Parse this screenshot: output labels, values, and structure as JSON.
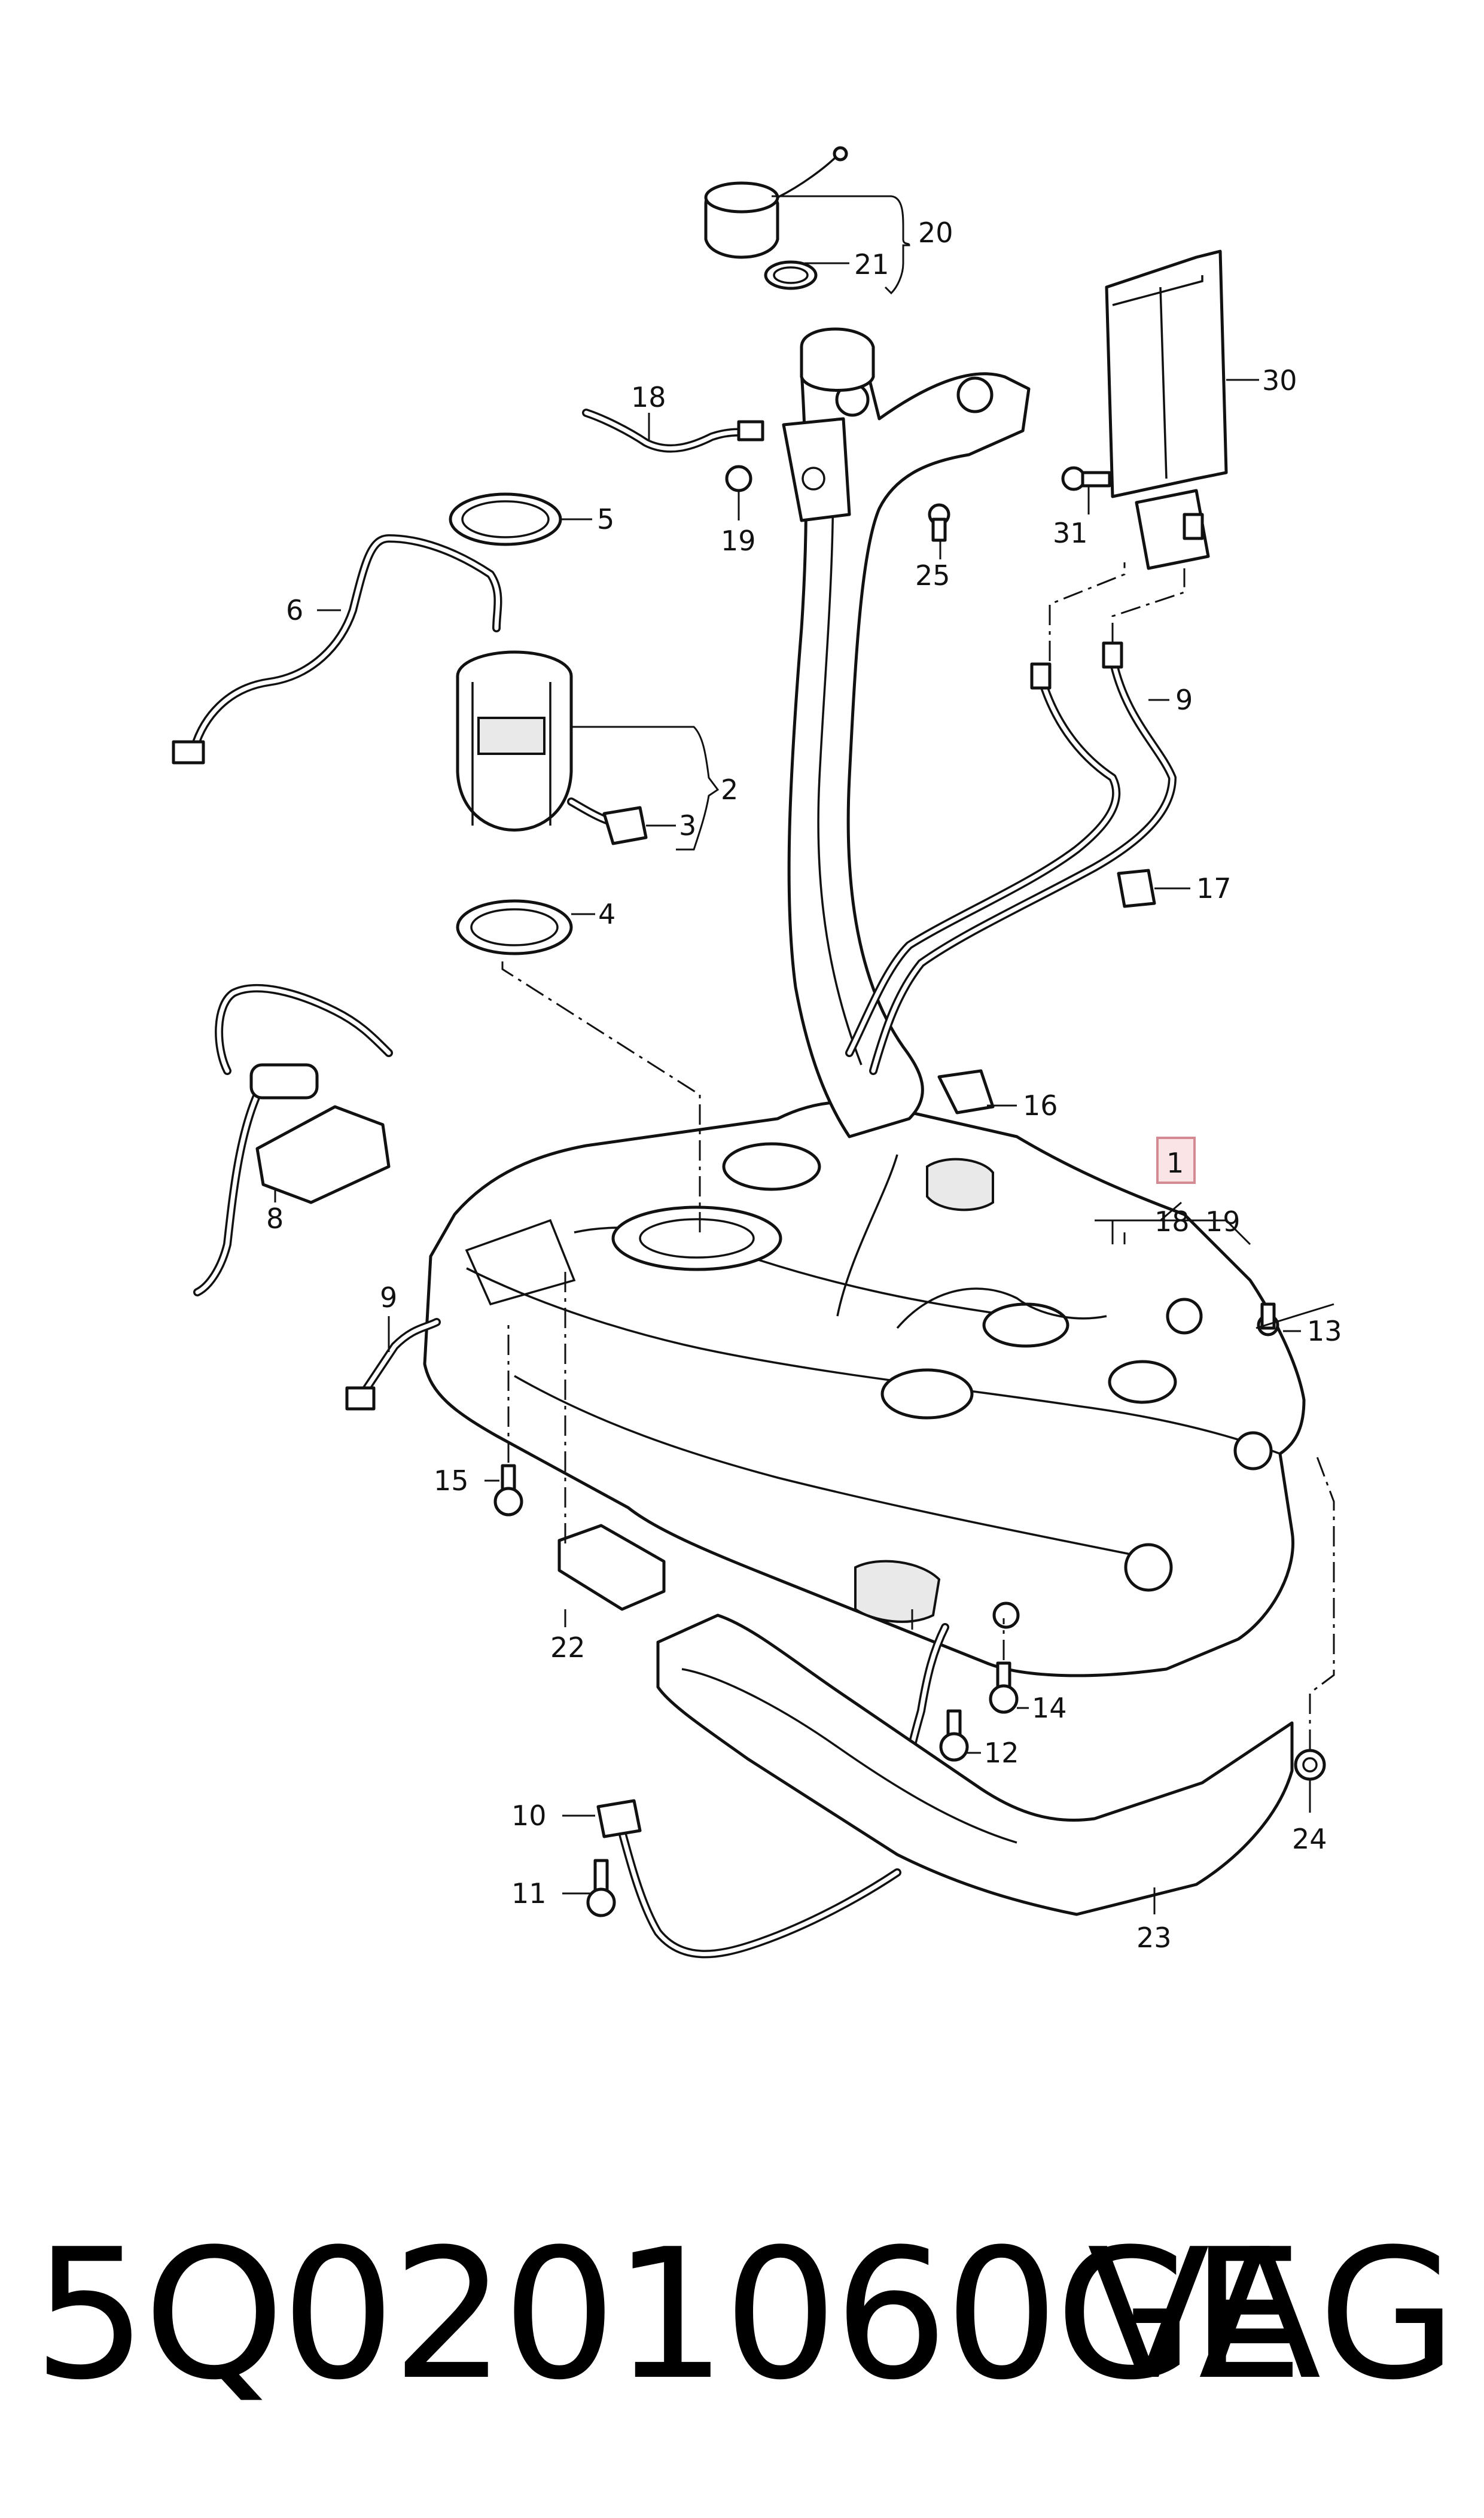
{
  "callouts": [
    {
      "id": "c20",
      "label": "20"
    },
    {
      "id": "c21",
      "label": "21"
    },
    {
      "id": "c18a",
      "label": "18"
    },
    {
      "id": "c30",
      "label": "30"
    },
    {
      "id": "c5",
      "label": "5"
    },
    {
      "id": "c19a",
      "label": "19"
    },
    {
      "id": "c31",
      "label": "31"
    },
    {
      "id": "c25",
      "label": "25"
    },
    {
      "id": "c6",
      "label": "6"
    },
    {
      "id": "c9a",
      "label": "9"
    },
    {
      "id": "c2",
      "label": "2"
    },
    {
      "id": "c3",
      "label": "3"
    },
    {
      "id": "c17",
      "label": "17"
    },
    {
      "id": "c4",
      "label": "4"
    },
    {
      "id": "c16",
      "label": "16"
    },
    {
      "id": "c8",
      "label": "8"
    },
    {
      "id": "c1",
      "label": "1"
    },
    {
      "id": "c18b",
      "label": "18"
    },
    {
      "id": "c19b",
      "label": "19"
    },
    {
      "id": "c9b",
      "label": "9"
    },
    {
      "id": "c13",
      "label": "13"
    },
    {
      "id": "c15",
      "label": "15"
    },
    {
      "id": "c22",
      "label": "22"
    },
    {
      "id": "c14",
      "label": "14"
    },
    {
      "id": "c12",
      "label": "12"
    },
    {
      "id": "c10",
      "label": "10"
    },
    {
      "id": "c24",
      "label": "24"
    },
    {
      "id": "c11",
      "label": "11"
    },
    {
      "id": "c23",
      "label": "23"
    }
  ],
  "highlight": {
    "label_id": "c1",
    "color": "#e2a0a8"
  },
  "footer": {
    "part_number": "5Q0201060GE",
    "brand": "VAG"
  }
}
